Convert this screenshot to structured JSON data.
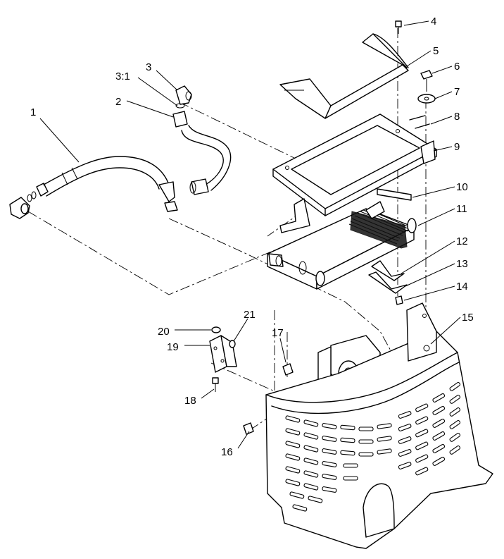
{
  "callouts": [
    "1",
    "2",
    "3",
    "3:1",
    "4",
    "5",
    "6",
    "7",
    "8",
    "9",
    "10",
    "11",
    "12",
    "13",
    "14",
    "15",
    "16",
    "17",
    "18",
    "19",
    "20",
    "21"
  ]
}
